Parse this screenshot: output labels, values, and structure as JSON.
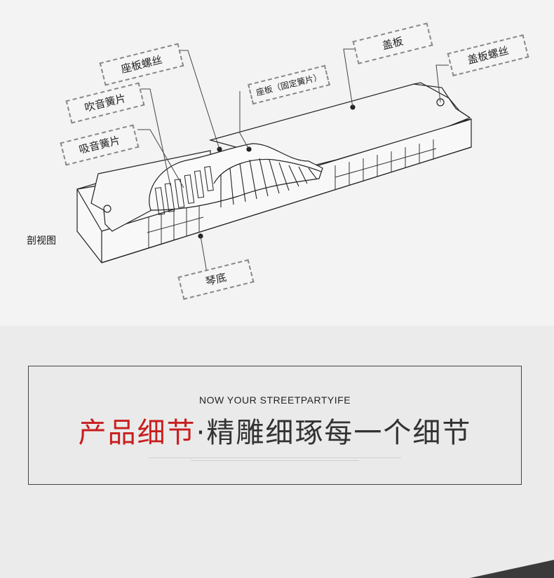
{
  "labels": {
    "seat_screw": "座板螺丝",
    "blow_reed": "吹音簧片",
    "draw_reed": "吸音簧片",
    "seat_plate": "座板（固定簧片）",
    "cover_plate": "盖板",
    "cover_screw": "盖板螺丝",
    "comb": "琴底",
    "section_view": "剖视图"
  },
  "banner": {
    "subtitle": "NOW YOUR STREETPARTYIFE",
    "title_red": "产品细节",
    "title_rest": "·精雕细琢每一个细节"
  },
  "colors": {
    "accent_red": "#c81e1e",
    "text_dark": "#333333",
    "corner": "#3a3a3a"
  }
}
